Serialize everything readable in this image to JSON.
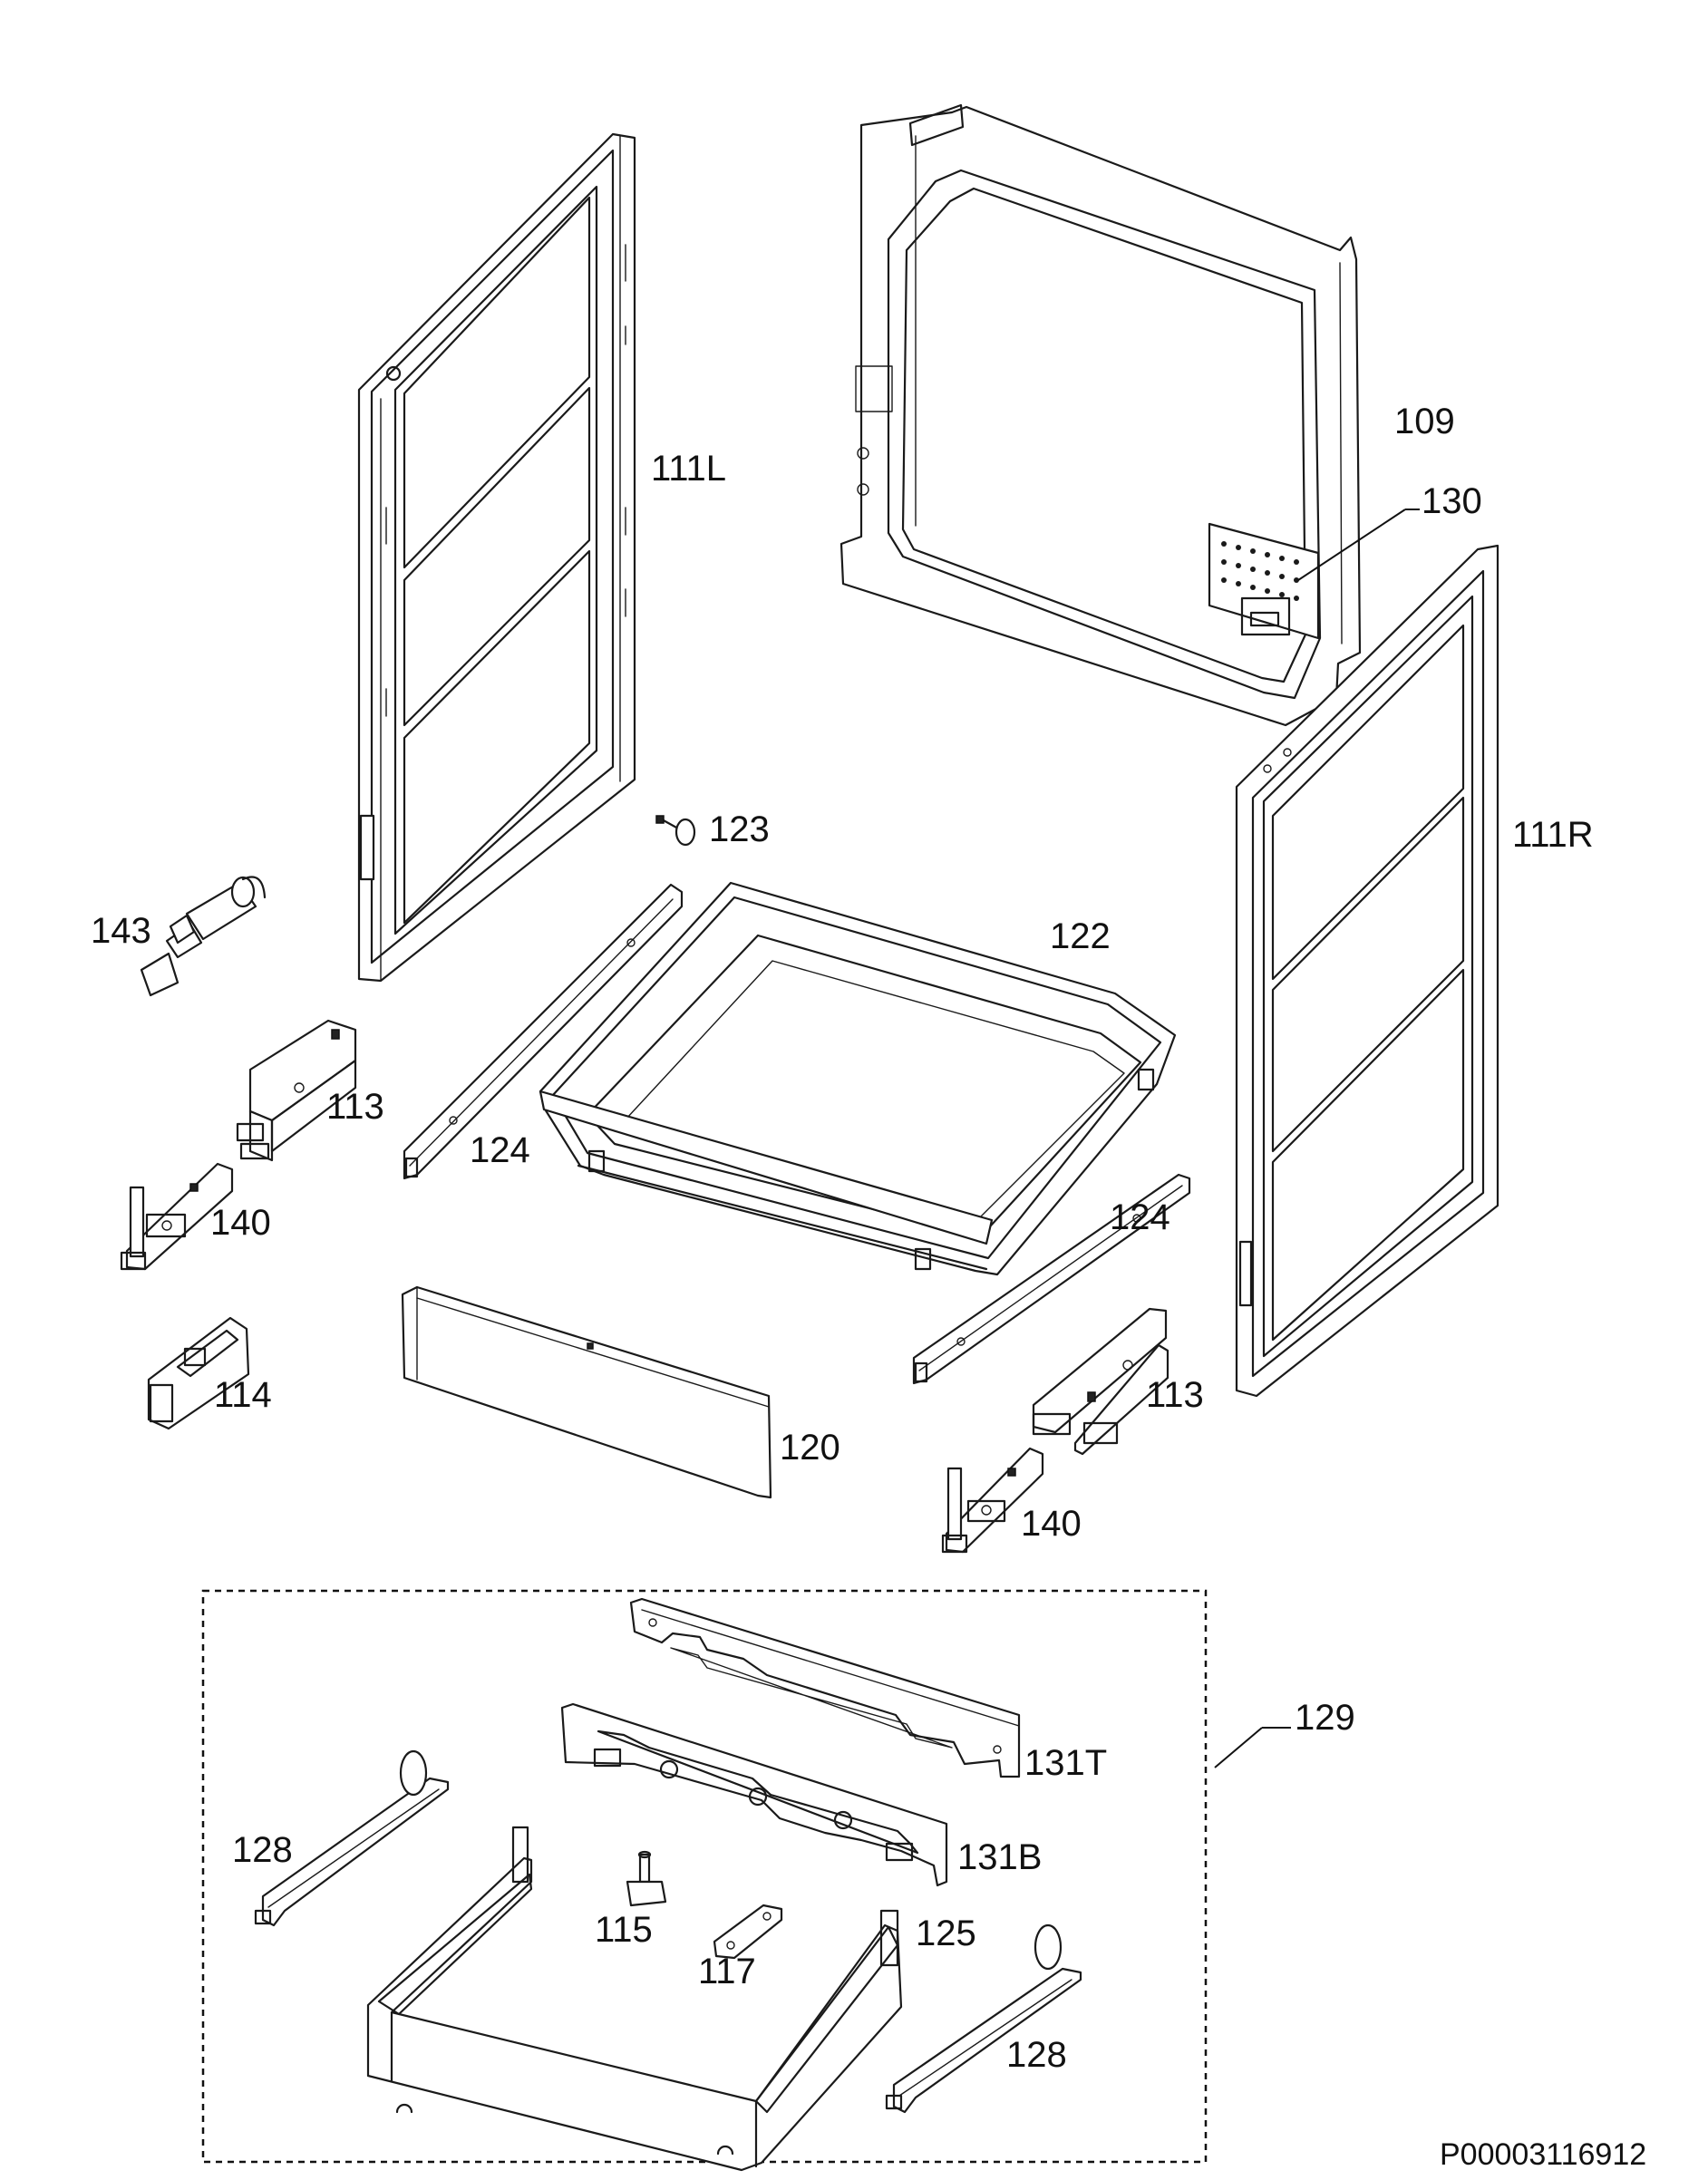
{
  "diagram": {
    "document_code": "P00003116912",
    "labels": {
      "p109": "109",
      "p111L": "111L",
      "p111R": "111R",
      "p113a": "113",
      "p113b": "113",
      "p114": "114",
      "p115": "115",
      "p117": "117",
      "p120": "120",
      "p122": "122",
      "p123": "123",
      "p124a": "124",
      "p124b": "124",
      "p125": "125",
      "p128a": "128",
      "p128b": "128",
      "p129": "129",
      "p130": "130",
      "p131T": "131T",
      "p131B": "131B",
      "p140a": "140",
      "p140b": "140",
      "p143": "143"
    }
  }
}
